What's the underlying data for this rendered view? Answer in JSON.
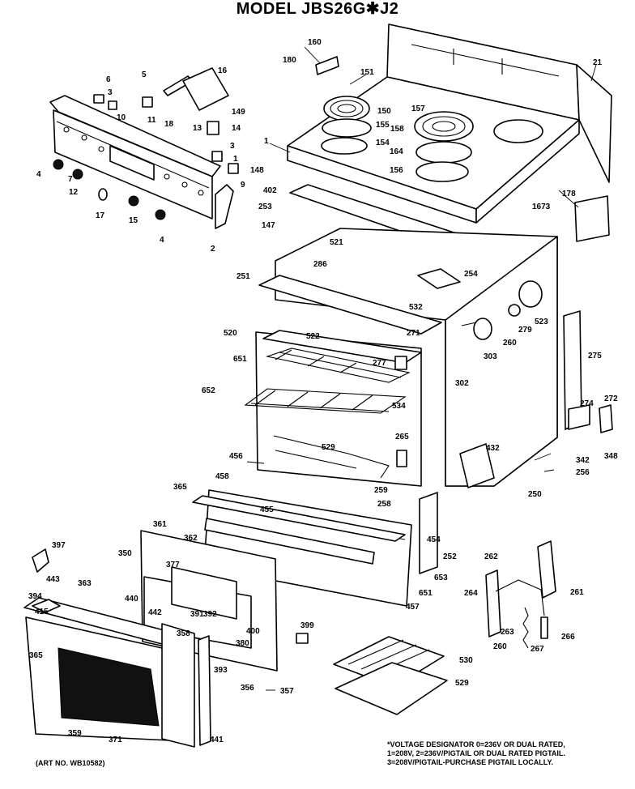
{
  "title": "MODEL JBS26G✱J2",
  "voltage_note": [
    "*VOLTAGE DESIGNATOR 0=236V OR DUAL RATED,",
    "1=208V, 2=236V/PIGTAIL OR DUAL RATED PIGTAIL.",
    "3=208V/PIGTAIL-PURCHASE PIGTAIL LOCALLY."
  ],
  "art_number": "(ART NO. WB10582)",
  "callouts": [
    "5",
    "6",
    "3",
    "11",
    "10",
    "16",
    "149",
    "13",
    "14",
    "18",
    "1",
    "3",
    "4",
    "7",
    "12",
    "17",
    "15",
    "4",
    "2",
    "148",
    "9",
    "402",
    "147",
    "160",
    "180",
    "151",
    "150",
    "157",
    "155",
    "158",
    "154",
    "164",
    "156",
    "1",
    "21",
    "253",
    "178",
    "1673",
    "521",
    "286",
    "254",
    "251",
    "532",
    "523",
    "279",
    "271",
    "520",
    "522",
    "260",
    "303",
    "651",
    "277",
    "275",
    "302",
    "652",
    "534",
    "272",
    "274",
    "529",
    "265",
    "432",
    "348",
    "456",
    "342",
    "256",
    "458",
    "365",
    "259",
    "250",
    "455",
    "258",
    "361",
    "362",
    "454",
    "397",
    "350",
    "252",
    "262",
    "377",
    "443",
    "653",
    "651",
    "363",
    "394",
    "415",
    "440",
    "442",
    "457",
    "264",
    "261",
    "391",
    "392",
    "400",
    "380",
    "358",
    "263",
    "365",
    "399",
    "260",
    "267",
    "266",
    "393",
    "530",
    "356",
    "357",
    "529",
    "359",
    "371",
    "441"
  ]
}
